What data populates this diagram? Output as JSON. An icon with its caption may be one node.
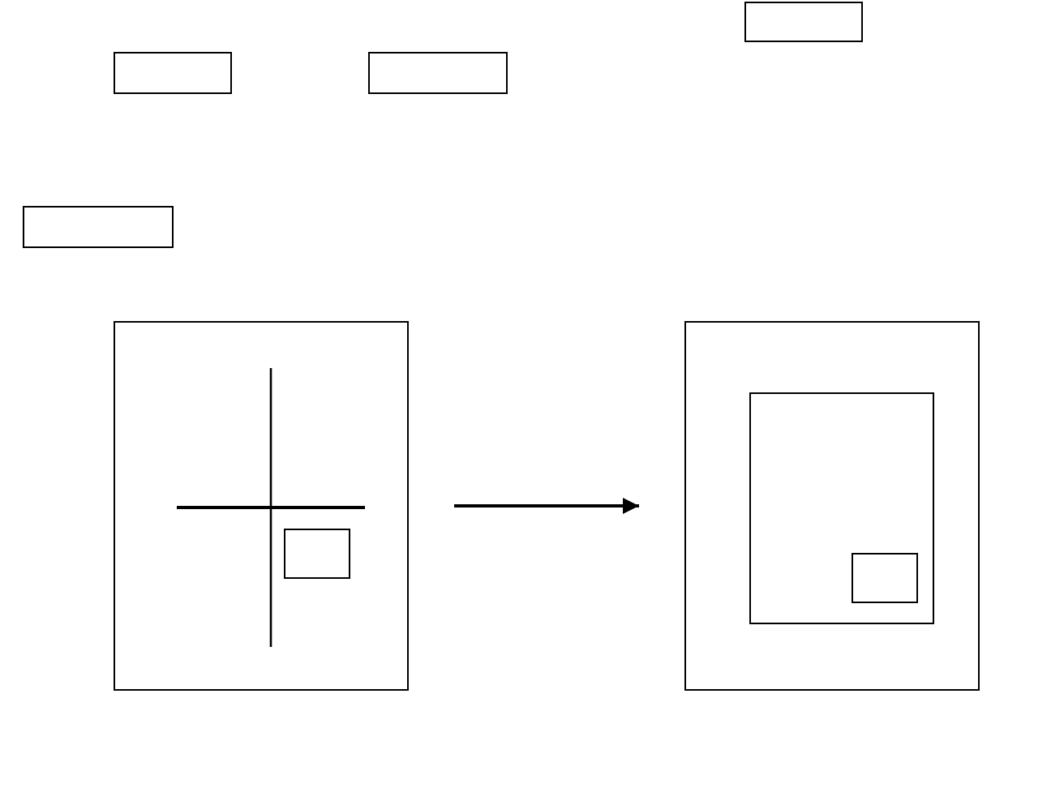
{
  "diagram": {
    "nodes": [
      {
        "text": [],
        "shape": "box"
      },
      {
        "text": [],
        "shape": "box"
      },
      {
        "text": [],
        "shape": "box"
      },
      {
        "text": [],
        "shape": "box"
      },
      {
        "text": [],
        "shape": "box"
      },
      {
        "text": [],
        "shape": "box",
        "in": 4
      },
      {
        "text": [],
        "shape": "box"
      },
      {
        "text": [],
        "shape": "box",
        "in": 6
      },
      {
        "text": [],
        "shape": "box",
        "in": 7
      }
    ],
    "edges": [
      {
        "from": 4,
        "to": 6,
        "arrow": "to"
      }
    ]
  }
}
